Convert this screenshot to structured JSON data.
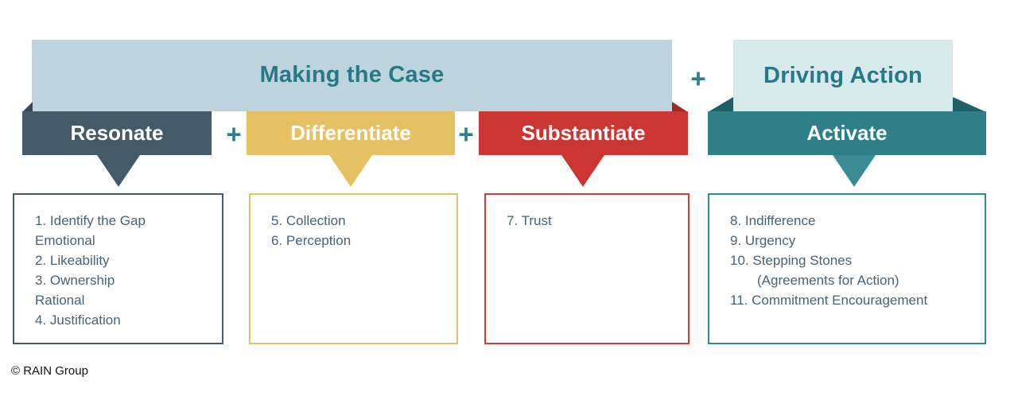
{
  "diagram": {
    "groups": [
      {
        "id": "making-the-case",
        "label": "Making the Case",
        "color": "#bdd4df",
        "text_color": "#277a85"
      },
      {
        "id": "driving-action",
        "label": "Driving Action",
        "color": "#d7eaea",
        "text_color": "#277a85"
      }
    ],
    "separators": {
      "top": "+",
      "band_1": "+",
      "band_2": "+"
    },
    "bands": [
      {
        "id": "resonate",
        "label": "Resonate",
        "color": "#445a68"
      },
      {
        "id": "differentiate",
        "label": "Differentiate",
        "color": "#e5c164"
      },
      {
        "id": "substantiate",
        "label": "Substantiate",
        "color": "#cc3632"
      },
      {
        "id": "activate",
        "label": "Activate",
        "color": "#2e7f88"
      }
    ],
    "boxes": [
      {
        "id": "resonate",
        "border_color": "#445a68",
        "items": [
          "1. Identify the Gap",
          "Emotional",
          "2. Likeability",
          "3. Ownership",
          "Rational",
          "4. Justification"
        ]
      },
      {
        "id": "differentiate",
        "border_color": "#e5c164",
        "items": [
          "5. Collection",
          "6. Perception"
        ]
      },
      {
        "id": "substantiate",
        "border_color": "#e0362f",
        "items": [
          "7. Trust"
        ]
      },
      {
        "id": "activate",
        "border_color": "#2e8b95",
        "items": [
          "8. Indifference",
          "9. Urgency",
          "10. Stepping Stones",
          "(Agreements for Action)",
          "11. Commitment Encouragement"
        ]
      }
    ],
    "footer": "© RAIN Group"
  }
}
